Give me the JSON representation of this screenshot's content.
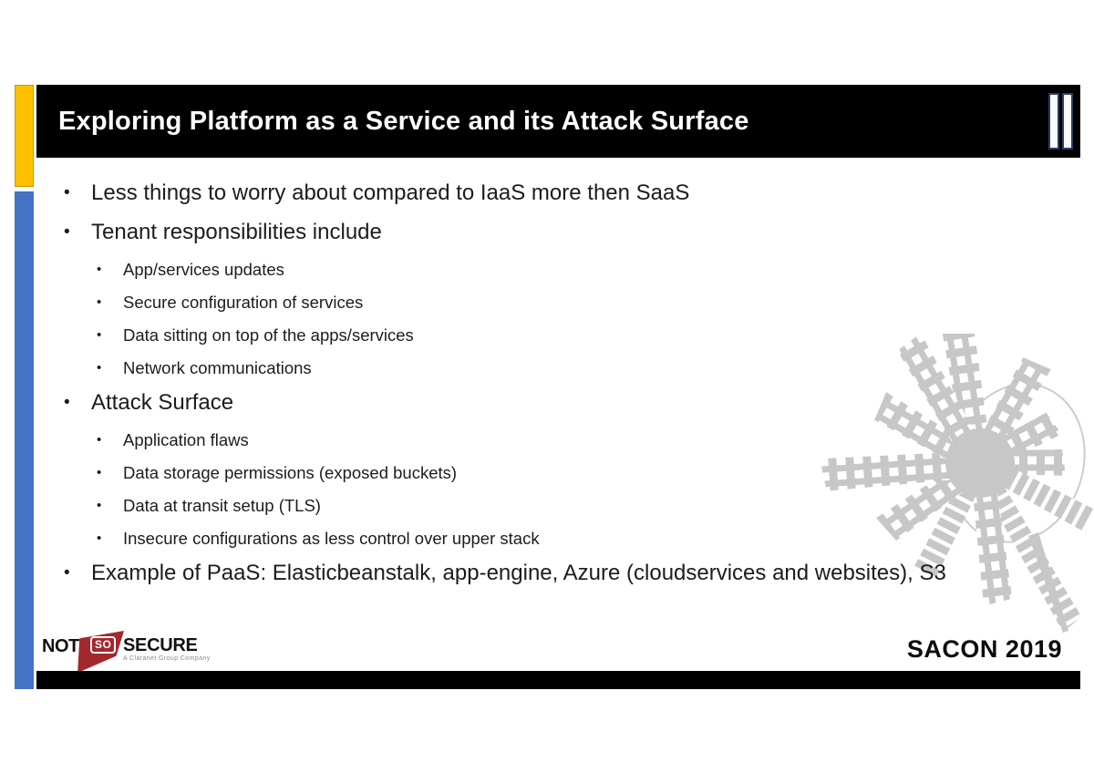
{
  "slide": {
    "title": "Exploring Platform as a Service and its Attack Surface",
    "bullets": [
      {
        "level": 1,
        "text": "Less things to worry about compared to IaaS more then SaaS"
      },
      {
        "level": 1,
        "text": "Tenant responsibilities include"
      },
      {
        "level": 2,
        "text": "App/services updates"
      },
      {
        "level": 2,
        "text": "Secure configuration of services"
      },
      {
        "level": 2,
        "text": "Data sitting on top of the apps/services"
      },
      {
        "level": 2,
        "text": "Network communications"
      },
      {
        "level": 1,
        "text": "Attack Surface"
      },
      {
        "level": 2,
        "text": "Application flaws"
      },
      {
        "level": 2,
        "text": "Data storage permissions (exposed buckets)"
      },
      {
        "level": 2,
        "text": "Data at transit setup (TLS)"
      },
      {
        "level": 2,
        "text": "Insecure configurations as less control over upper stack"
      },
      {
        "level": 1,
        "text": "Example of PaaS: Elasticbeanstalk, app-engine, Azure (cloudservices and websites), S3"
      }
    ],
    "branding": {
      "logo_not": "NOT",
      "logo_so": "SO",
      "logo_secure": "SECURE",
      "logo_tagline": "A Claranet Group Company",
      "conference": "SACON 2019"
    },
    "icons": {
      "pause_icon": "two-vertical-bars",
      "city_graphic": "fisheye-city-skyline"
    },
    "colors": {
      "accent_yellow": "#FFC000",
      "accent_blue": "#4472C4",
      "bar_black": "#000000",
      "logo_red": "#A3282D",
      "city_gray": "#C7C7C7"
    }
  }
}
